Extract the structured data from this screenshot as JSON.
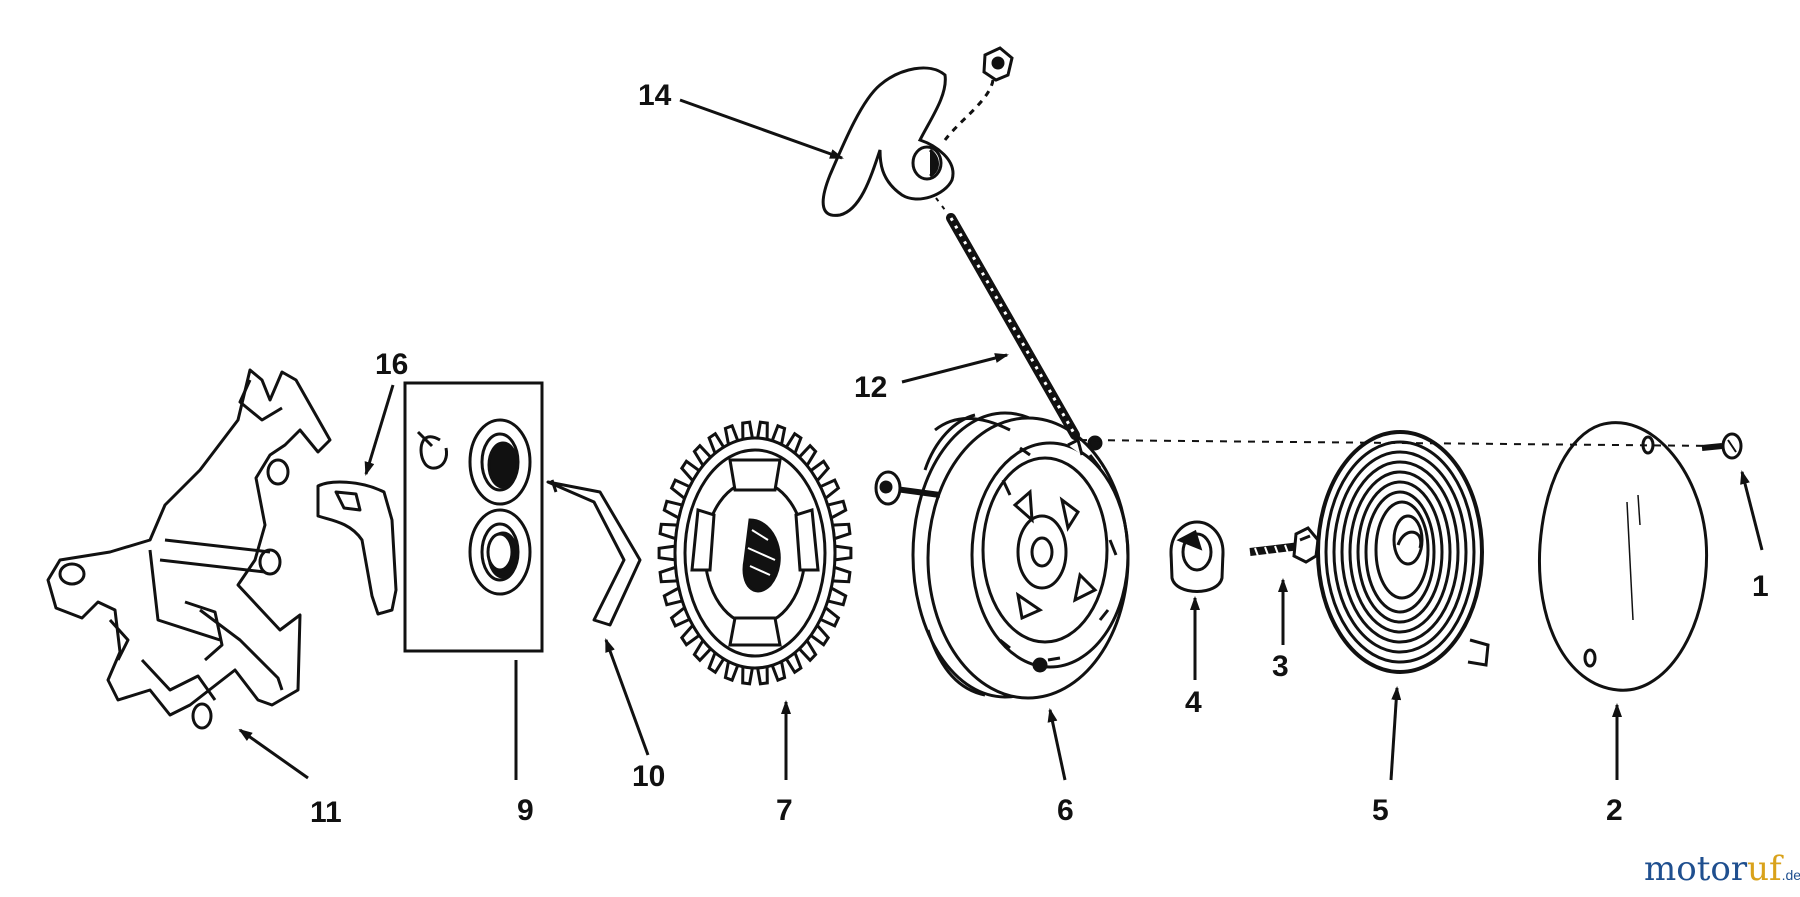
{
  "diagram": {
    "labels": {
      "l1": "1",
      "l2": "2",
      "l3": "3",
      "l4": "4",
      "l5": "5",
      "l6": "6",
      "l7": "7",
      "l9": "9",
      "l10": "10",
      "l11": "11",
      "l12": "12",
      "l14": "14",
      "l16": "16"
    }
  },
  "watermark": {
    "part1": "motor",
    "part2": "uf",
    "suffix": ".de"
  }
}
